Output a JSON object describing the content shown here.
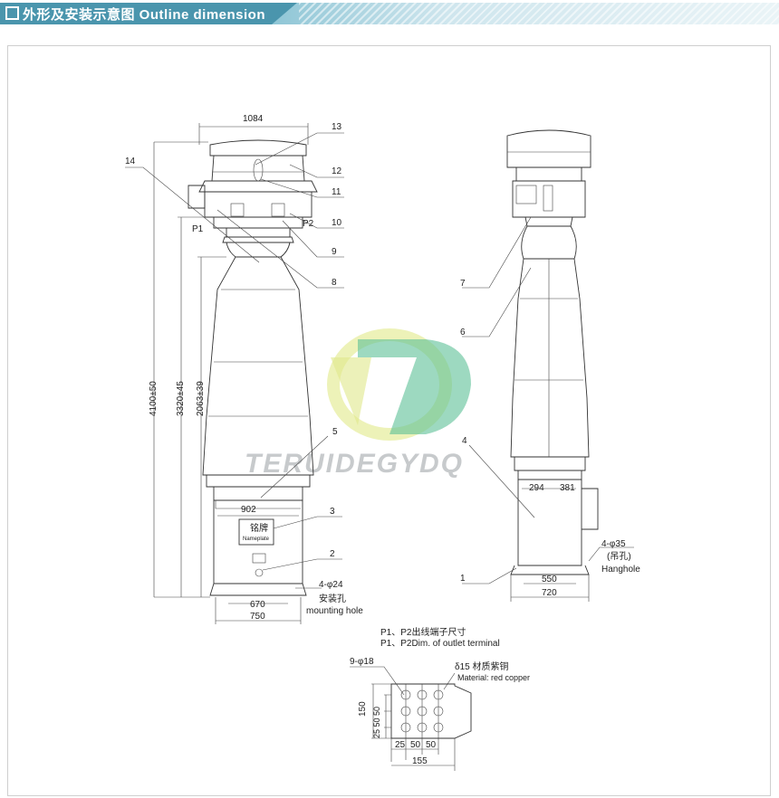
{
  "header": {
    "title": "外形及安装示意图 Outline dimension"
  },
  "watermark": {
    "brand": "TERUIDEGYDQ"
  },
  "left_view": {
    "width_top": "1084",
    "height_total": "4100±50",
    "height_mid": "3320±45",
    "height_low": "2063±39",
    "dim_902": "902",
    "base_inner": "670",
    "base_outer": "750",
    "mount_spec": "4-φ24",
    "mount_cn": "安装孔",
    "mount_en": "mounting hole",
    "nameplate": "铭牌",
    "nameplate_sub": "Nameplate",
    "p1": "P1",
    "p2": "P2",
    "callouts": [
      "13",
      "14",
      "12",
      "11",
      "10",
      "9",
      "8",
      "5",
      "3",
      "2"
    ]
  },
  "right_view": {
    "dim_294": "294",
    "dim_381": "381",
    "base_inner": "550",
    "base_outer": "720",
    "hang_spec": "4-φ35",
    "hang_cn": "(吊孔)",
    "hang_en": "Hanghole",
    "callouts": [
      "7",
      "6",
      "4",
      "1"
    ]
  },
  "terminal": {
    "title_cn": "P1、P2出线端子尺寸",
    "title_en": "P1、P2Dim. of outlet terminal",
    "holes": "9-φ18",
    "thickness": "δ15 材质紫铜",
    "material": "Material: red copper",
    "h150": "150",
    "v_dims": "25 50 50",
    "h_dims": [
      "25",
      "50",
      "50"
    ],
    "w155": "155"
  }
}
